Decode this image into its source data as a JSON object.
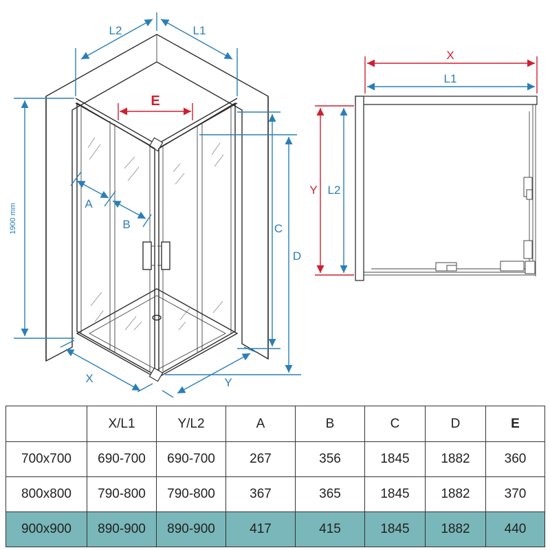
{
  "labels": {
    "L1": "L1",
    "L2": "L2",
    "E": "E",
    "A": "A",
    "B": "B",
    "C": "C",
    "D": "D",
    "X": "X",
    "Y": "Y",
    "height": "1900 mm"
  },
  "colors": {
    "dimension_blue": "#2a7fb8",
    "dimension_red": "#d01f2f",
    "highlight_row": "#79b7ba"
  },
  "table": {
    "headers": [
      "",
      "X/L1",
      "Y/L2",
      "A",
      "B",
      "C",
      "D",
      "E"
    ],
    "rows": [
      [
        "700x700",
        "690-700",
        "690-700",
        "267",
        "356",
        "1845",
        "1882",
        "360"
      ],
      [
        "800x800",
        "790-800",
        "790-800",
        "367",
        "365",
        "1845",
        "1882",
        "370"
      ],
      [
        "900x900",
        "890-900",
        "890-900",
        "417",
        "415",
        "1845",
        "1882",
        "440"
      ]
    ]
  }
}
